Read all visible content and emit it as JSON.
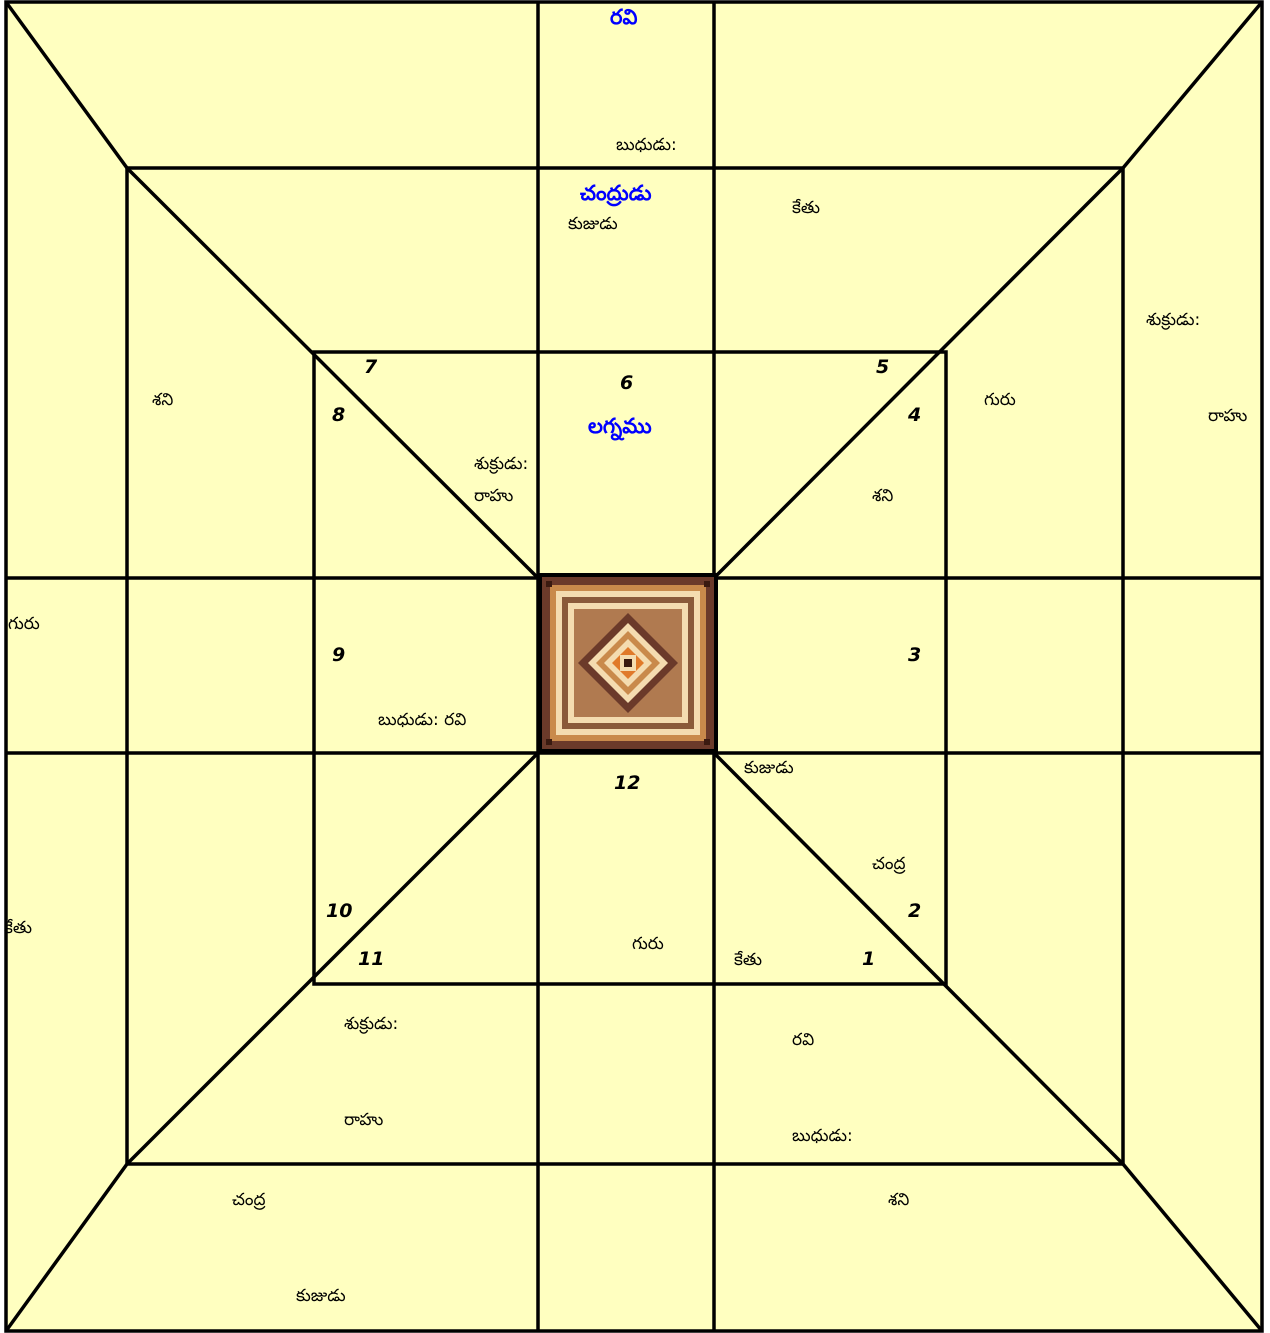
{
  "house_numbers": [
    "1",
    "2",
    "3",
    "4",
    "5",
    "6",
    "7",
    "8",
    "9",
    "10",
    "11",
    "12"
  ],
  "center_tile": "mandala-icon",
  "colors": {
    "background": "#ffffc0",
    "lines": "#000000",
    "highlight": "#0000ff"
  },
  "labels": {
    "top_ravi": "రవి",
    "top_budhudu": "బుధుడు:",
    "chandrudu": "చంద్రుడు",
    "kujudu_top": "కుజుడు",
    "ketu_top": "కేతు",
    "shukrudu_right": "శుక్రుడు:",
    "rahu_right": "రాహు",
    "guru_right": "గురు",
    "shani_left": "శని",
    "lagnamu": "లగ్నము",
    "shukrudu_mid": "శుక్రుడు:",
    "rahu_mid": "రాహు",
    "shani_mid": "శని",
    "guru_left": "గురు",
    "budhudu_ravi": "బుధుడు: రవి",
    "kujudu_mid": "కుజుడు",
    "chandra_mid": "చంద్ర",
    "ketu_left": "కేతు",
    "guru_mid": "గురు",
    "ketu_mid": "కేతు",
    "shukrudu_low": "శుక్రుడు:",
    "ravi_low": "రవి",
    "rahu_low": "రాహు",
    "budhudu_low": "బుధుడు:",
    "chandra_bottom": "చంద్ర",
    "shani_bottom": "శని",
    "kujudu_bottom": "కుజుడు"
  }
}
